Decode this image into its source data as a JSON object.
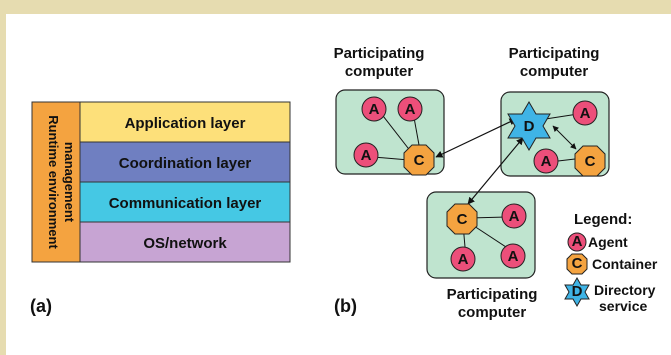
{
  "panel_a": {
    "label": "(a)",
    "side_label_line1": "Runtime environment",
    "side_label_line2": "management",
    "layers": [
      {
        "label": "Application layer",
        "color": "#fde07a"
      },
      {
        "label": "Coordination layer",
        "color": "#6f7fc1"
      },
      {
        "label": "Communication layer",
        "color": "#45c8e4"
      },
      {
        "label": "OS/network",
        "color": "#c7a4d3"
      }
    ],
    "side_color": "#f4a340"
  },
  "panel_b": {
    "label": "(b)",
    "computers": [
      {
        "label_line1": "Participating",
        "label_line2": "computer"
      },
      {
        "label_line1": "Participating",
        "label_line2": "computer"
      },
      {
        "label_line1": "Participating",
        "label_line2": "computer"
      }
    ],
    "node_letters": {
      "agent": "A",
      "container": "C",
      "directory": "D"
    },
    "legend": {
      "title": "Legend:",
      "agent": "Agent",
      "container": "Container",
      "directory_line1": "Directory",
      "directory_line2": "service"
    },
    "colors": {
      "box_fill": "#bfe4cf",
      "agent": "#ec4f7a",
      "container": "#f4a340",
      "directory": "#3fb4e6"
    }
  }
}
